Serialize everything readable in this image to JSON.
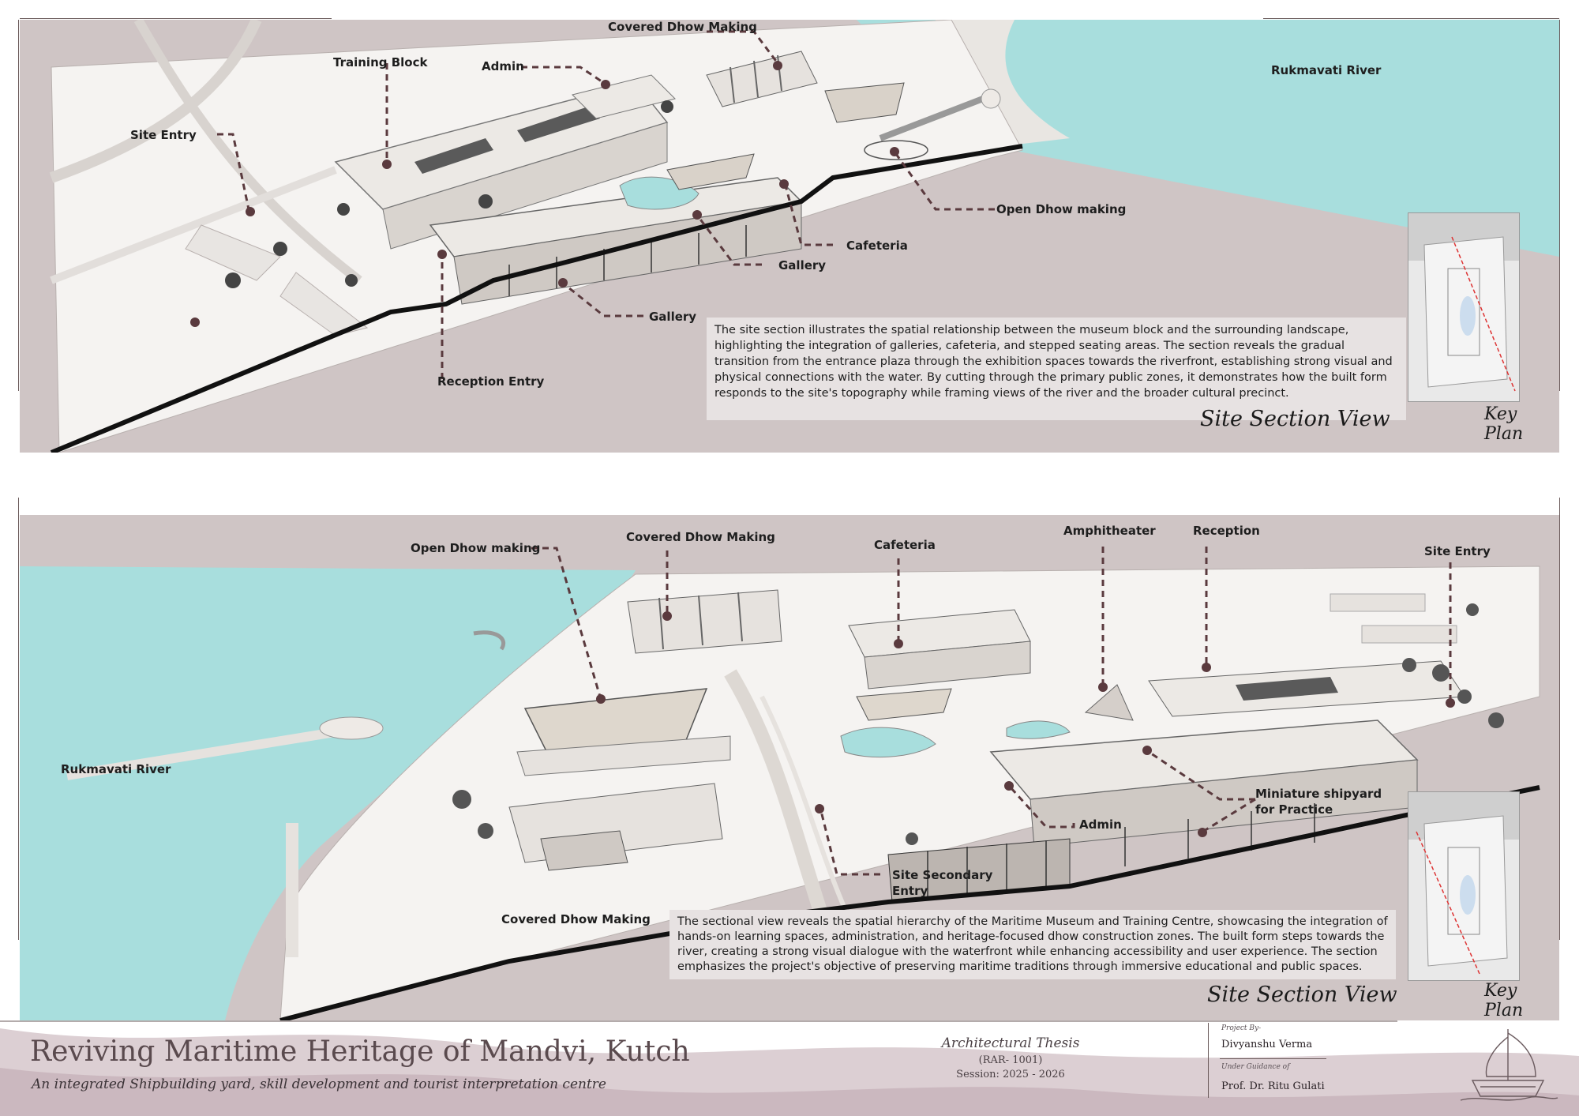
{
  "colors": {
    "river": "#a8dedd",
    "ground": "#cfc5c5",
    "building": "#ebe8e4",
    "footer_wave": "#cbb8bf",
    "accent": "#5a3a3e"
  },
  "top_section": {
    "labels": {
      "covered_dhow_making": "Covered Dhow Making",
      "training_block": "Training Block",
      "admin": "Admin",
      "site_entry": "Site Entry",
      "rukmavati_river": "Rukmavati River",
      "open_dhow_making": "Open Dhow making",
      "cafeteria": "Cafeteria",
      "gallery_upper": "Gallery",
      "gallery_lower": "Gallery",
      "reception_entry": "Reception Entry"
    },
    "description": "The site section illustrates the spatial relationship between the museum block and the surrounding landscape, highlighting the integration of galleries, cafeteria, and stepped seating areas. The section reveals the gradual transition from the entrance plaza through the exhibition spaces towards the riverfront, establishing strong visual and physical connections with the water. By cutting through the primary public zones, it demonstrates how the built form responds to the site's topography while framing views of the river and the broader cultural precinct.",
    "view_title": "Site Section View",
    "key_plan_label": "Key Plan"
  },
  "bottom_section": {
    "labels": {
      "open_dhow_making": "Open Dhow making",
      "covered_dhow_making_top": "Covered Dhow Making",
      "cafeteria": "Cafeteria",
      "amphitheater": "Amphitheater",
      "reception": "Reception",
      "site_entry": "Site Entry",
      "rukmavati_river": "Rukmavati River",
      "miniature_shipyard_line1": "Miniature shipyard",
      "miniature_shipyard_line2": "for Practice",
      "admin": "Admin",
      "site_secondary_entry_line1": "Site Secondary",
      "site_secondary_entry_line2": "Entry",
      "covered_dhow_making_bottom": "Covered Dhow Making"
    },
    "description": "The sectional view reveals the spatial hierarchy of the Maritime Museum and Training Centre, showcasing the integration of hands-on learning spaces, administration, and heritage-focused dhow construction zones. The built form steps towards the river, creating a strong visual dialogue with the waterfront while enhancing accessibility and user experience. The section emphasizes the project's objective of preserving maritime traditions through immersive educational and public spaces.",
    "view_title": "Site Section View",
    "key_plan_label": "Key Plan"
  },
  "footer": {
    "title": "Reviving Maritime Heritage of Mandvi, Kutch",
    "subtitle": "An integrated Shipbuilding yard, skill development and tourist interpretation centre",
    "thesis_title": "Architectural Thesis",
    "thesis_code": "(RAR- 1001)",
    "session": "Session: 2025 - 2026",
    "project_by_label": "Project By-",
    "project_by_name": "Divyanshu Verma",
    "guidance_label": "Under Guidance of",
    "guidance_name": "Prof. Dr. Ritu Gulati"
  }
}
